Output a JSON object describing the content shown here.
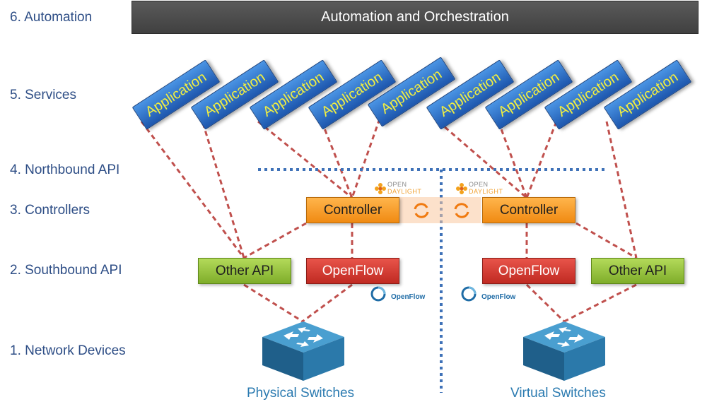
{
  "layers": {
    "automation": "6. Automation",
    "services": "5. Services",
    "northbound": "4. Northbound API",
    "controllers": "3. Controllers",
    "southbound": "2. Southbound API",
    "devices": "1. Network Devices"
  },
  "automation_bar": "Automation and Orchestration",
  "applications": [
    "Application",
    "Application",
    "Application",
    "Application",
    "Application",
    "Application",
    "Application",
    "Application",
    "Application"
  ],
  "controllers": [
    "Controller",
    "Controller"
  ],
  "southbound": {
    "left_other": "Other API",
    "left_openflow": "OpenFlow",
    "right_openflow": "OpenFlow",
    "right_other": "Other API"
  },
  "logos": {
    "odl_line1": "OPEN",
    "odl_line2": "DAYLIGHT",
    "openflow": "OpenFlow"
  },
  "switches": {
    "physical": "Physical Switches",
    "virtual": "Virtual Switches"
  },
  "colors": {
    "application": "#1d56ad",
    "application_text": "#f2ef40",
    "controller": "#f08a12",
    "openflow": "#c02a22",
    "other_api": "#7fad2a",
    "link_dashes": "#c0504d",
    "divider_dots": "#3f72b8",
    "automation_bar": "#474747",
    "switch": "#2f7fae"
  }
}
